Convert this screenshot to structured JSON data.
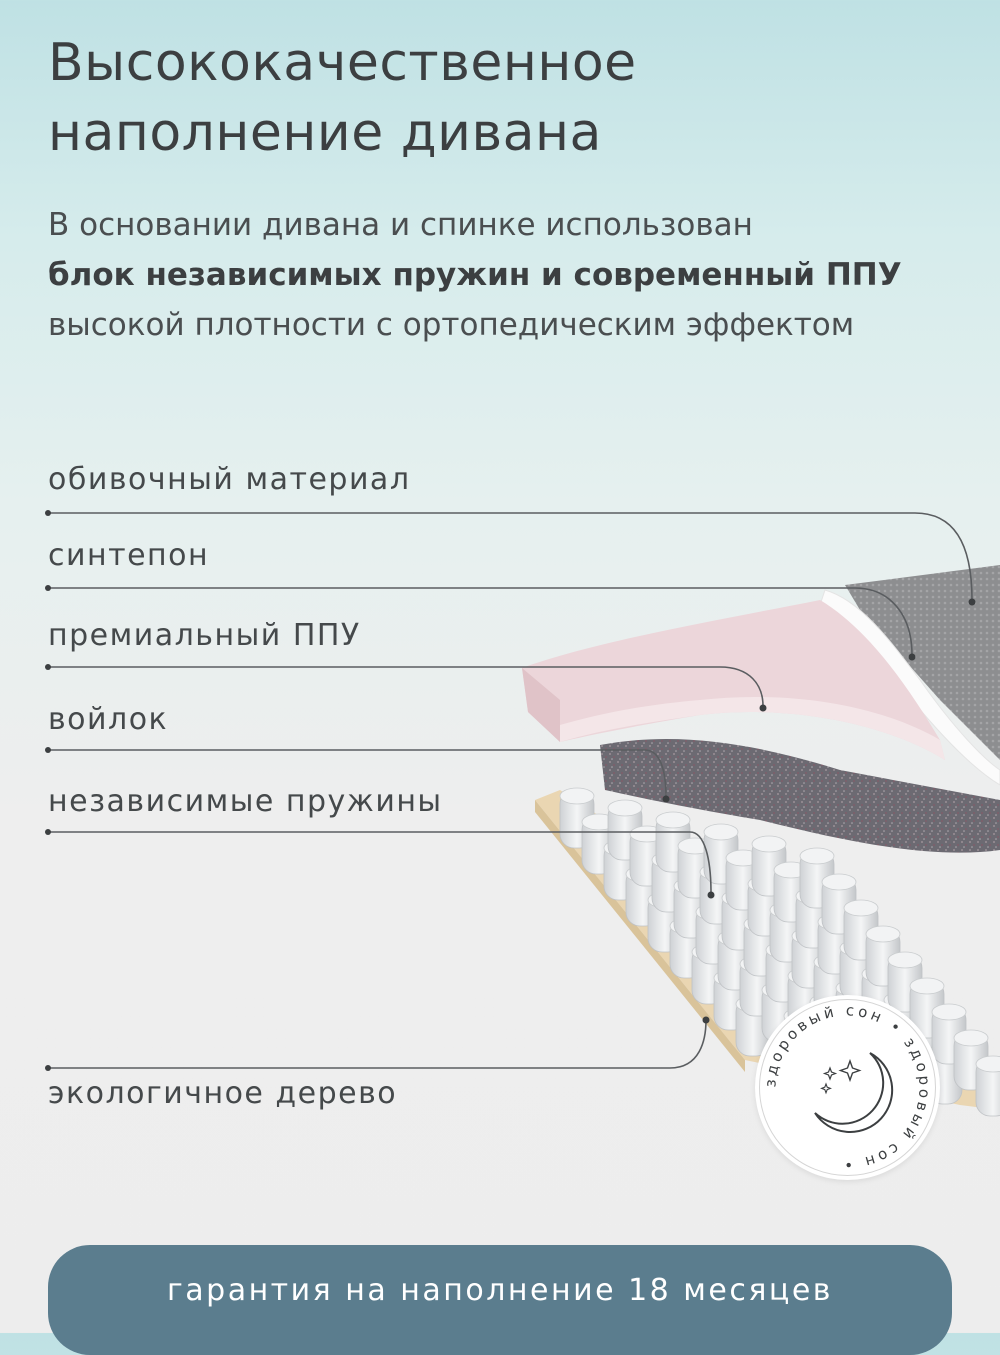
{
  "title": {
    "line1": "Высококачественное",
    "line2": "наполнение дивана"
  },
  "subtitle": {
    "line1": "В основании дивана и спинке использован",
    "line2_bold": "блок независимых пружин и современный ППУ",
    "line3": "высокой плотности с ортопедическим эффектом"
  },
  "layers": [
    "обивочный материал",
    "синтепон",
    "премиальный ППУ",
    "войлок",
    "независимые пружины",
    "экологичное дерево"
  ],
  "badge": {
    "ring_text": "здоровый сон • здоровый сон •",
    "icon": "moon-stars-icon"
  },
  "guarantee": "гарантия на наполнение 18 месяцев",
  "colors": {
    "accent": "#5b7d8e",
    "foam_pink": "#ead4d8",
    "fabric_gray": "#8f9092",
    "wood": "#ead6b2"
  }
}
